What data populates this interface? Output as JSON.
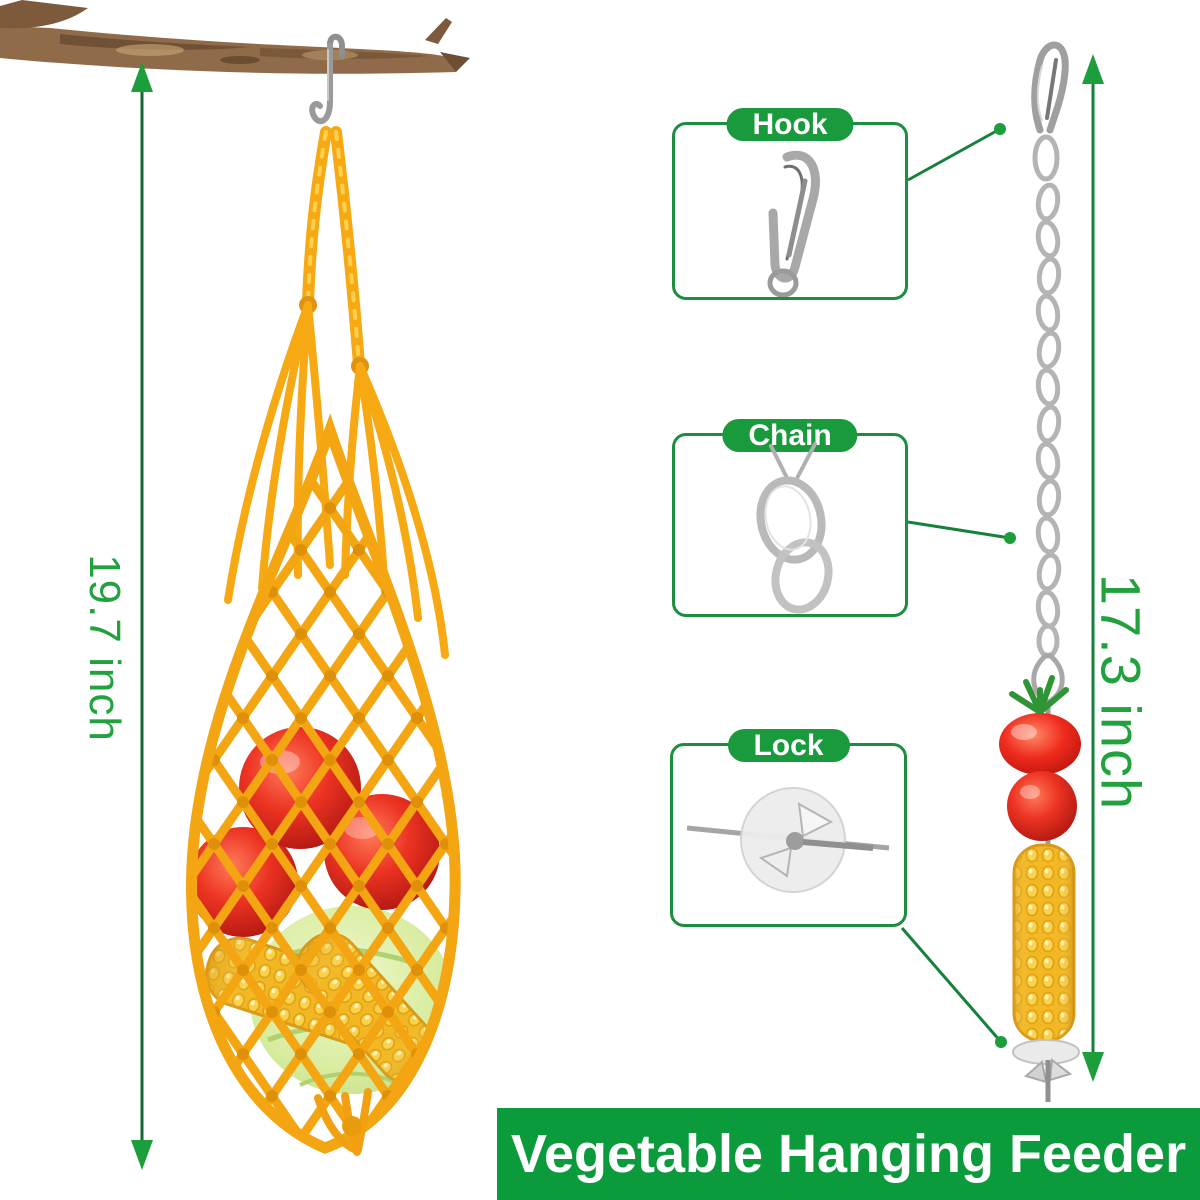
{
  "banner": {
    "title": "Vegetable Hanging Feeder"
  },
  "measurements": {
    "left_product_height": "19.7 inch",
    "right_product_height": "17.3 inch"
  },
  "callouts": {
    "hook": {
      "label": "Hook"
    },
    "chain": {
      "label": "Chain"
    },
    "lock": {
      "label": "Lock"
    }
  },
  "colors": {
    "banner_green": "#0c9b3c",
    "pill_green": "#189a3d",
    "box_border_green": "#1d8e3f",
    "connector_green": "#15813a",
    "arrow_line_green": "#14682f",
    "arrowhead_green": "#1b9e3b",
    "measure_text_green": "#21a23d",
    "rope_yellow": "#f6a912",
    "banner_text": "#ffffff"
  },
  "images": {
    "branch": "tree-branch-photo",
    "left_feeder": "yellow-net-bag-with-apples-cabbage-corn-photo",
    "right_feeder": "hanging-chain-skewer-with-tomatoes-and-corn-photo",
    "hook_detail": "snap-hook-photo",
    "chain_detail": "chain-links-photo",
    "lock_detail": "skewer-lock-disc-wing-nut-photo"
  }
}
